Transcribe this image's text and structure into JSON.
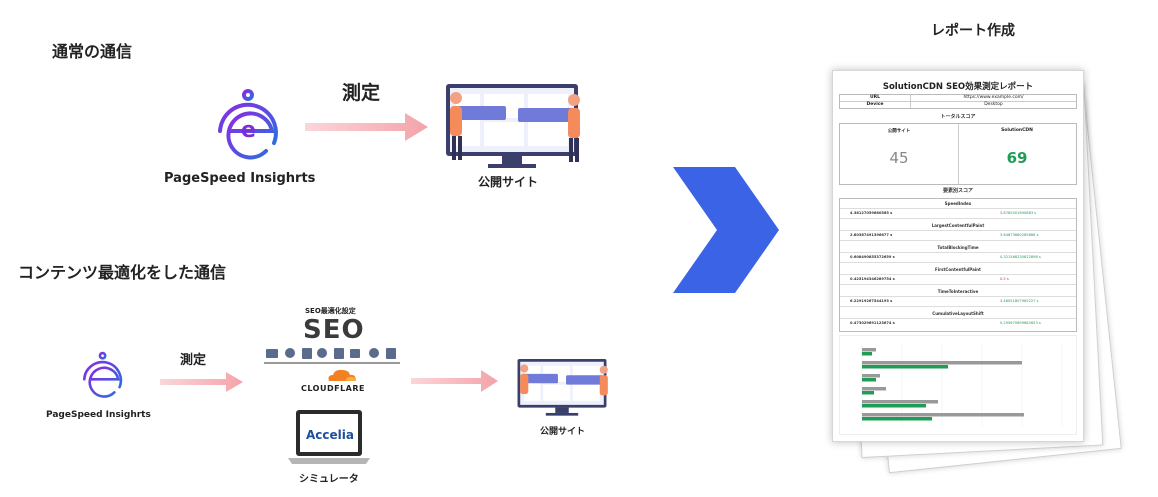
{
  "top": {
    "heading": "通常の通信",
    "measure_label": "測定",
    "tool_name": "PageSpeed Insighrts",
    "site_label": "公開サイト"
  },
  "bottom": {
    "heading": "コンテンツ最適化をした通信",
    "measure_label": "測定",
    "tool_name": "PageSpeed Insighrts",
    "seo_caption": "SEO最適化設定",
    "seo_text": "SEO",
    "cloudflare_text": "CLOUDFLARE",
    "accelia_text": "Accelia",
    "simulator_label": "シミュレータ",
    "site_label": "公開サイト"
  },
  "report": {
    "heading": "レポート作成",
    "title": "SolutionCDN SEO効果測定レポート",
    "info_rows": [
      {
        "key": "URL",
        "value": "https://www.example.com/"
      },
      {
        "key": "Device",
        "value": "Desktop"
      }
    ],
    "total_score_label": "トータルスコア",
    "col_public": "公開サイト",
    "col_cdn": "SolutionCDN",
    "score_public": "45",
    "score_cdn": "69",
    "factor_label": "要素別スコア",
    "metrics": [
      {
        "name": "SpeedIndex",
        "public": "4.38127059680565 s",
        "cdn": "3.8785001690883 s"
      },
      {
        "name": "LargestContentfulPaint",
        "public": "2.80367491396677 s",
        "cdn": "3.64873680285866 s"
      },
      {
        "name": "TotalBlockingTime",
        "public": "0.608490855372659 s",
        "cdn": "0.321568235822898 s"
      },
      {
        "name": "FirstContentfulPaint",
        "public": "0.425194346289754 s",
        "cdn": "0.5 s"
      },
      {
        "name": "TimeToInteractive",
        "public": "6.22919267544193 s",
        "cdn": "3.46051807962227 s"
      },
      {
        "name": "CumulativeLayoutShift",
        "public": "0.473029691123674 s",
        "cdn": "0.295670899682653 s"
      }
    ],
    "chart_bars": [
      {
        "public": 0.07,
        "cdn": 0.05
      },
      {
        "public": 0.8,
        "cdn": 0.43
      },
      {
        "public": 0.09,
        "cdn": 0.07
      },
      {
        "public": 0.12,
        "cdn": 0.06
      },
      {
        "public": 0.38,
        "cdn": 0.32
      },
      {
        "public": 0.81,
        "cdn": 0.35
      }
    ],
    "colors": {
      "public": "#999999",
      "cdn": "#1f9d55",
      "cdn_text": "#1f9d55",
      "red_text": "#d33333"
    }
  },
  "colors": {
    "arrow_blue": "#3a63e6",
    "arrow_pink": "#f7b3b8",
    "logo_purple": "#7a2fd6",
    "logo_blue": "#2a6fe0"
  }
}
